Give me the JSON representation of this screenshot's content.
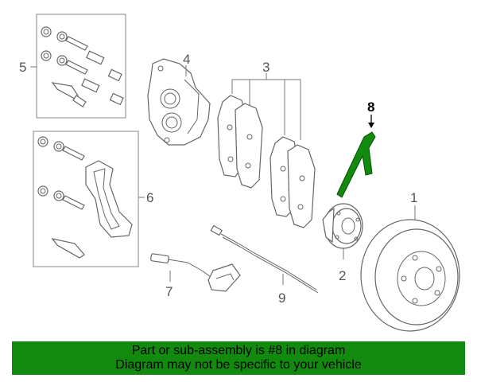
{
  "callouts": {
    "c1": "1",
    "c2": "2",
    "c3": "3",
    "c4": "4",
    "c5": "5",
    "c6": "6",
    "c7": "7",
    "c8": "8",
    "c9": "9"
  },
  "highlight_color": "#118a0e",
  "banner": {
    "line1": "Part or sub-assembly is #8 in diagram",
    "line2": "Diagram may not be specific to your vehicle"
  }
}
